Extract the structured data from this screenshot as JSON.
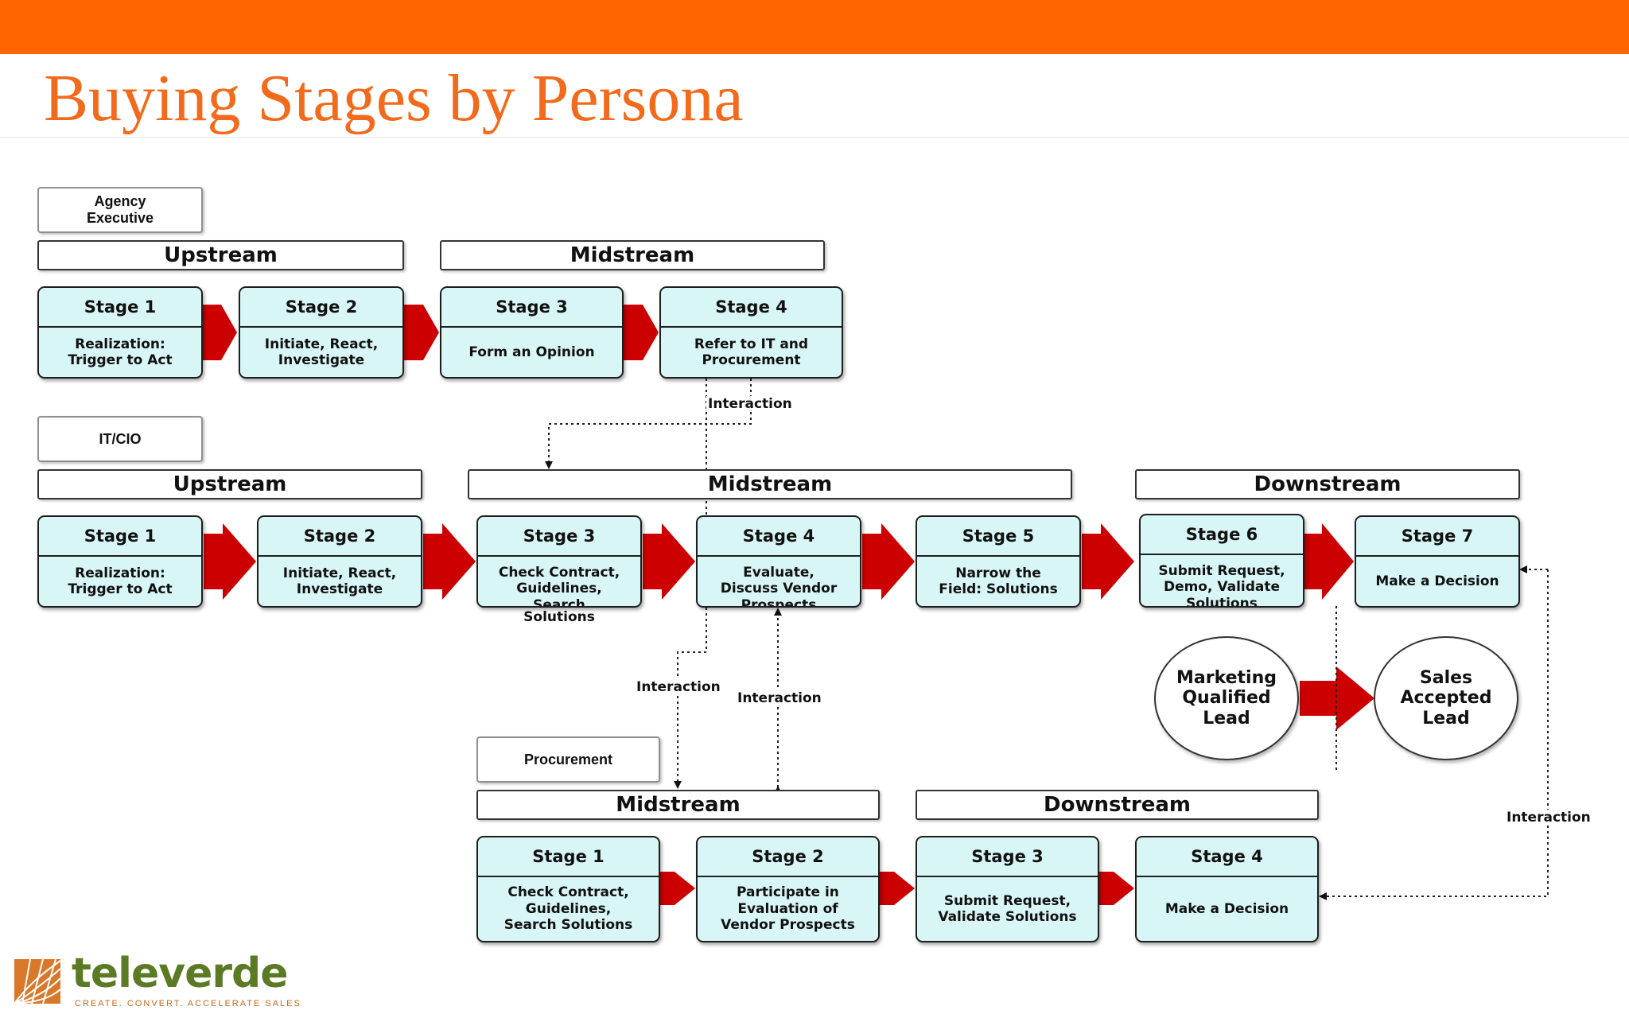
{
  "title": "Buying Stages by Persona",
  "personas": {
    "agency_executive": "Agency\nExecutive",
    "it_cio": "IT/CIO",
    "procurement": "Procurement"
  },
  "agency": {
    "streams": {
      "upstream": "Upstream",
      "midstream": "Midstream"
    },
    "stages": [
      {
        "label": "Stage 1",
        "text": "Realization:\nTrigger to Act"
      },
      {
        "label": "Stage 2",
        "text": "Initiate, React,\nInvestigate"
      },
      {
        "label": "Stage 3",
        "text": "Form an Opinion"
      },
      {
        "label": "Stage 4",
        "text": "Refer to IT and\nProcurement"
      }
    ]
  },
  "it": {
    "streams": {
      "upstream": "Upstream",
      "midstream": "Midstream",
      "downstream": "Downstream"
    },
    "stages": [
      {
        "label": "Stage 1",
        "text": "Realization:\nTrigger to Act"
      },
      {
        "label": "Stage 2",
        "text": "Initiate, React,\nInvestigate"
      },
      {
        "label": "Stage 3",
        "text": "Check Contract,\nGuidelines,\nSearch"
      },
      {
        "label": "Stage 4",
        "text": "Evaluate,\nDiscuss Vendor\nProspects"
      },
      {
        "label": "Stage 5",
        "text": "Narrow the\nField: Solutions"
      },
      {
        "label": "Stage 6",
        "text": "Submit Request,\nDemo, Validate\nSolutions"
      },
      {
        "label": "Stage 7",
        "text": "Make a Decision"
      }
    ],
    "stage3_overflow": "Solutions"
  },
  "procurement": {
    "streams": {
      "midstream": "Midstream",
      "downstream": "Downstream"
    },
    "stages": [
      {
        "label": "Stage 1",
        "text": "Check Contract,\nGuidelines,\nSearch Solutions"
      },
      {
        "label": "Stage 2",
        "text": "Participate in\nEvaluation of\nVendor Prospects"
      },
      {
        "label": "Stage 3",
        "text": "Submit Request,\nValidate Solutions"
      },
      {
        "label": "Stage 4",
        "text": "Make a Decision"
      }
    ]
  },
  "leads": {
    "mql": "Marketing\nQualified\nLead",
    "sal": "Sales\nAccepted\nLead"
  },
  "interaction_label": "Interaction",
  "logo": {
    "name": "televerde",
    "tagline": "CREATE. CONVERT. ACCELERATE SALES"
  },
  "colors": {
    "header_bar": "#ff6600",
    "title": "#f26a1b",
    "stage_fill": "#d9f6f7",
    "arrow": "#d40000",
    "logo_green": "#5a7a24"
  }
}
